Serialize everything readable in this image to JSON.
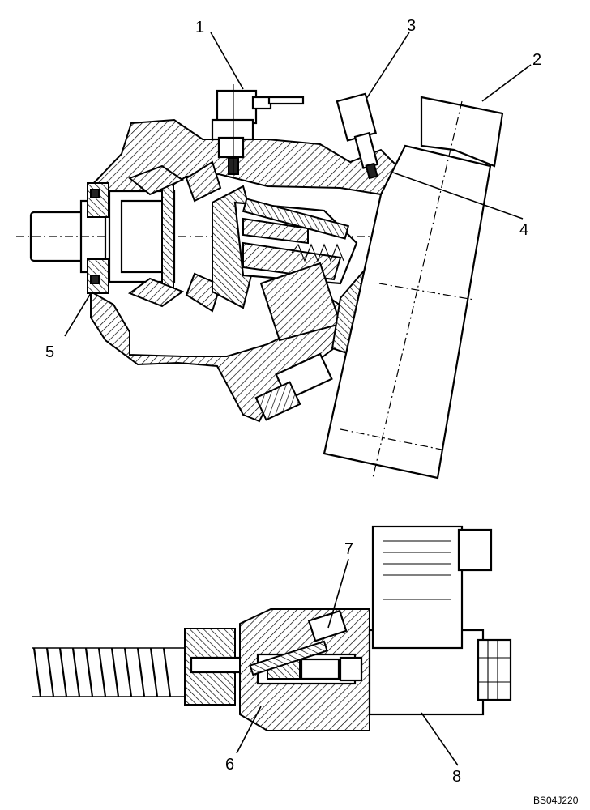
{
  "figure": {
    "reference_code": "BS04J220"
  },
  "callouts": [
    {
      "id": "c1",
      "label": "1"
    },
    {
      "id": "c2",
      "label": "2"
    },
    {
      "id": "c3",
      "label": "3"
    },
    {
      "id": "c4",
      "label": "4"
    },
    {
      "id": "c5",
      "label": "5"
    },
    {
      "id": "c6",
      "label": "6"
    },
    {
      "id": "c7",
      "label": "7"
    },
    {
      "id": "c8",
      "label": "8"
    }
  ]
}
